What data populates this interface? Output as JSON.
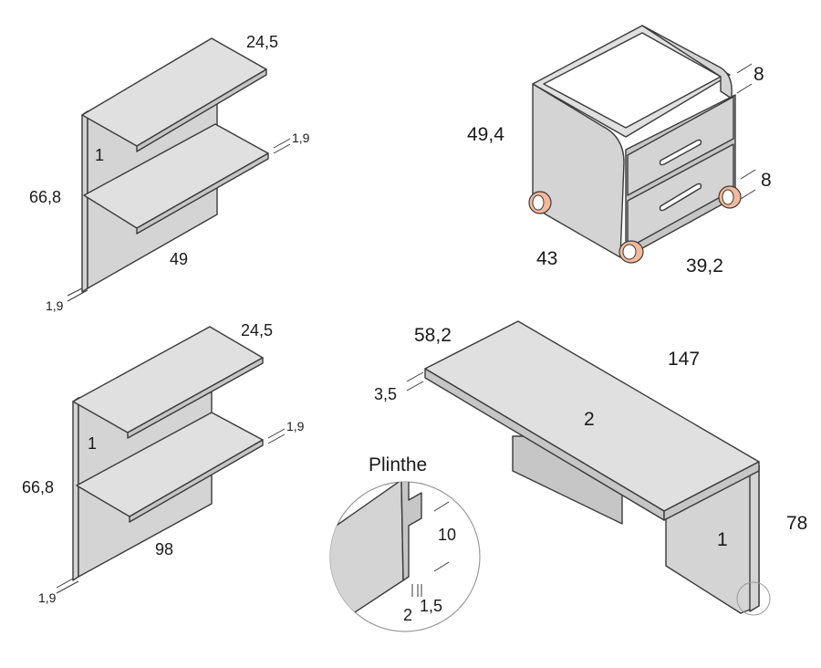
{
  "shelf_top": {
    "width": "24,5",
    "height": "66,8",
    "length": "49",
    "shelf_thickness": "1,9",
    "side_thickness": "1,9",
    "part_number": "1"
  },
  "shelf_bottom": {
    "width": "24,5",
    "height": "66,8",
    "length": "98",
    "shelf_thickness": "1,9",
    "side_thickness": "1,9",
    "part_number": "1"
  },
  "drawer_unit": {
    "height": "49,4",
    "width": "43",
    "depth": "39,2",
    "top_rim": "8",
    "wheel_height": "8"
  },
  "desk": {
    "depth": "58,2",
    "length": "147",
    "top_thickness": "3,5",
    "height": "78",
    "top_part_number": "2",
    "leg_part_number": "1"
  },
  "plinthe": {
    "title": "Plinthe",
    "height": "10",
    "offset_a": "2",
    "offset_b": "1,5"
  },
  "colors": {
    "panel": "#d4d4d4",
    "edge": "#3a3a3a",
    "wheel_accent": "#f4b89a"
  }
}
